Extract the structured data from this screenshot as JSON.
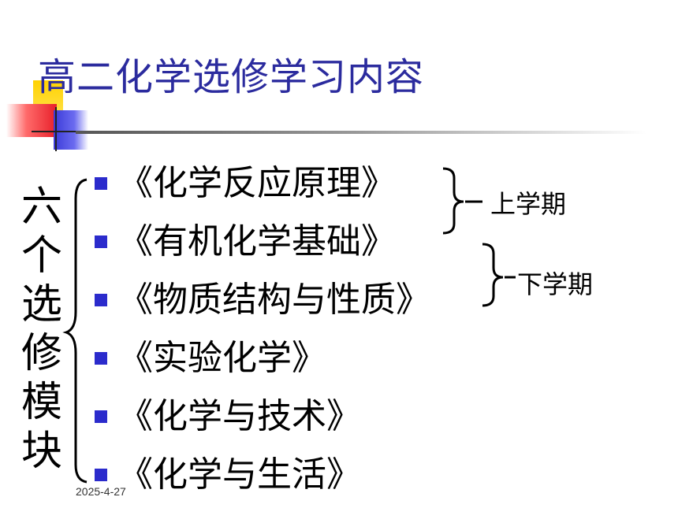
{
  "title": "高二化学选修学习内容",
  "vertical_label": [
    "六",
    "个",
    "选",
    "修",
    "模",
    "块"
  ],
  "modules": [
    "《化学反应原理》",
    "《有机化学基础》",
    "《物质结构与性质》",
    "《实验化学》",
    "《化学与技术》",
    "《化学与生活》"
  ],
  "semesters": {
    "first": "上学期",
    "second": "下学期"
  },
  "footer": {
    "date": "2025-4-27"
  },
  "colors": {
    "title": "#2b2b9e",
    "bullet": "#2b2bcc"
  }
}
